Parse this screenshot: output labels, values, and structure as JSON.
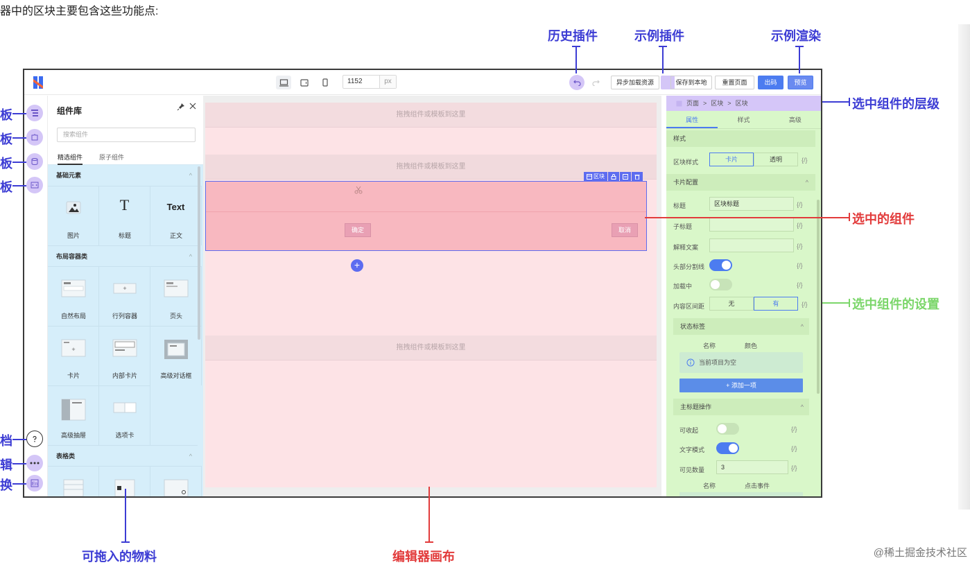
{
  "intro_text": "器中的区块主要包含这些功能点:",
  "topbar": {
    "width_value": "1152",
    "width_unit": "px",
    "buttons": {
      "async_load": "异步加载资源",
      "save_local": "保存到本地",
      "reset_page": "重置页面",
      "export_code": "出码",
      "preview": "预览"
    }
  },
  "component_panel": {
    "title": "组件库",
    "search_placeholder": "搜索组件",
    "tabs": [
      "精选组件",
      "原子组件"
    ],
    "categories": [
      {
        "name": "基础元素",
        "items": [
          "图片",
          "标题",
          "正文"
        ]
      },
      {
        "name": "布局容器类",
        "items": [
          "自然布局",
          "行列容器",
          "页头",
          "卡片",
          "内部卡片",
          "高级对话框",
          "高级抽屉",
          "选项卡"
        ]
      },
      {
        "name": "表格类",
        "items": []
      }
    ],
    "text_item_glyph": "Text",
    "title_item_glyph": "T"
  },
  "canvas": {
    "drop_hint": "拖拽组件或模板到这里",
    "block_tag": "区块",
    "confirm": "确定",
    "cancel": "取消",
    "add": "+"
  },
  "right_panel": {
    "breadcrumb": [
      "页面",
      "区块",
      "区块"
    ],
    "tabs": [
      "属性",
      "样式",
      "高级"
    ],
    "sections": {
      "style": "样式",
      "card_config": "卡片配置",
      "status_tags": "状态标签",
      "main_title_actions": "主标题操作"
    },
    "props": {
      "block_style_label": "区块样式",
      "block_style_options": [
        "卡片",
        "透明"
      ],
      "title_label": "标题",
      "title_value": "区块标题",
      "subtitle_label": "子标题",
      "explain_label": "解释文案",
      "header_divider_label": "头部分割线",
      "loading_label": "加载中",
      "content_gap_label": "内容区间距",
      "content_gap_options": [
        "无",
        "有"
      ],
      "name_col": "名称",
      "color_col": "颜色",
      "empty_text": "当前项目为空",
      "add_item": "添加一项",
      "collapsible_label": "可收起",
      "text_mode_label": "文字模式",
      "visible_count_label": "可见数量",
      "visible_count_value": "3",
      "click_event_col": "点击事件",
      "fx": "{/}"
    }
  },
  "annotations": {
    "history_plugin": "历史插件",
    "example_plugin": "示例插件",
    "example_render": "示例渲染",
    "selected_level": "选中组件的层级",
    "selected_component": "选中的组件",
    "selected_settings": "选中组件的设置",
    "draggable_materials": "可拖入的物料",
    "editor_canvas": "编辑器画布",
    "left_partials": [
      "板",
      "板",
      "板",
      "板",
      "档",
      "辑",
      "换"
    ]
  },
  "watermark": "@稀土掘金技术社区"
}
